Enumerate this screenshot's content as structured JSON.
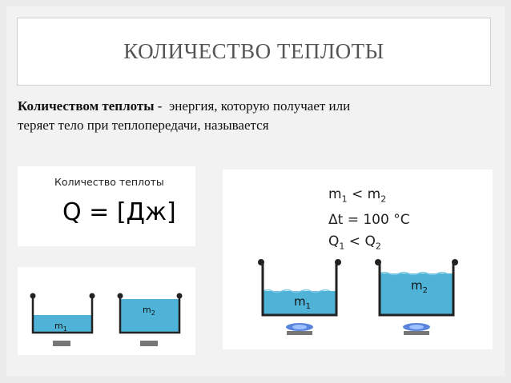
{
  "slide": {
    "title": "КОЛИЧЕСТВО ТЕПЛОТЫ",
    "paragraph": {
      "term": "Количеством теплоты",
      "dash": " - ",
      "definition": "энергия, которую получает или",
      "line2": "теряет тело при теплопередачи, называется"
    }
  },
  "formula_card": {
    "caption": "Количество теплоты",
    "formula": "Q = [Дж]"
  },
  "small_vessels": [
    {
      "label": "m",
      "sub": "1"
    },
    {
      "label": "m",
      "sub": "2"
    }
  ],
  "large_panel": {
    "lines": [
      {
        "a": "m",
        "a_sub": "1",
        "op": " < ",
        "b": "m",
        "b_sub": "2"
      },
      {
        "text": "Δt = 100 °C"
      },
      {
        "a": "Q",
        "a_sub": "1",
        "op": " < ",
        "b": "Q",
        "b_sub": "2"
      }
    ],
    "vessels": [
      {
        "label": "m",
        "sub": "1"
      },
      {
        "label": "m",
        "sub": "2"
      }
    ]
  },
  "colors": {
    "water": "#4fb3d8",
    "vessel_stroke": "#222222"
  }
}
